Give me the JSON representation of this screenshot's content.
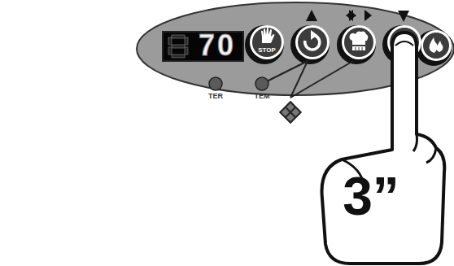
{
  "diagram": {
    "nodes": [
      {
        "text": [
          "70"
        ]
      },
      {
        "text": [
          "STOP"
        ]
      }
    ],
    "labels": [
      "TER",
      "TEM",
      "3”"
    ]
  }
}
